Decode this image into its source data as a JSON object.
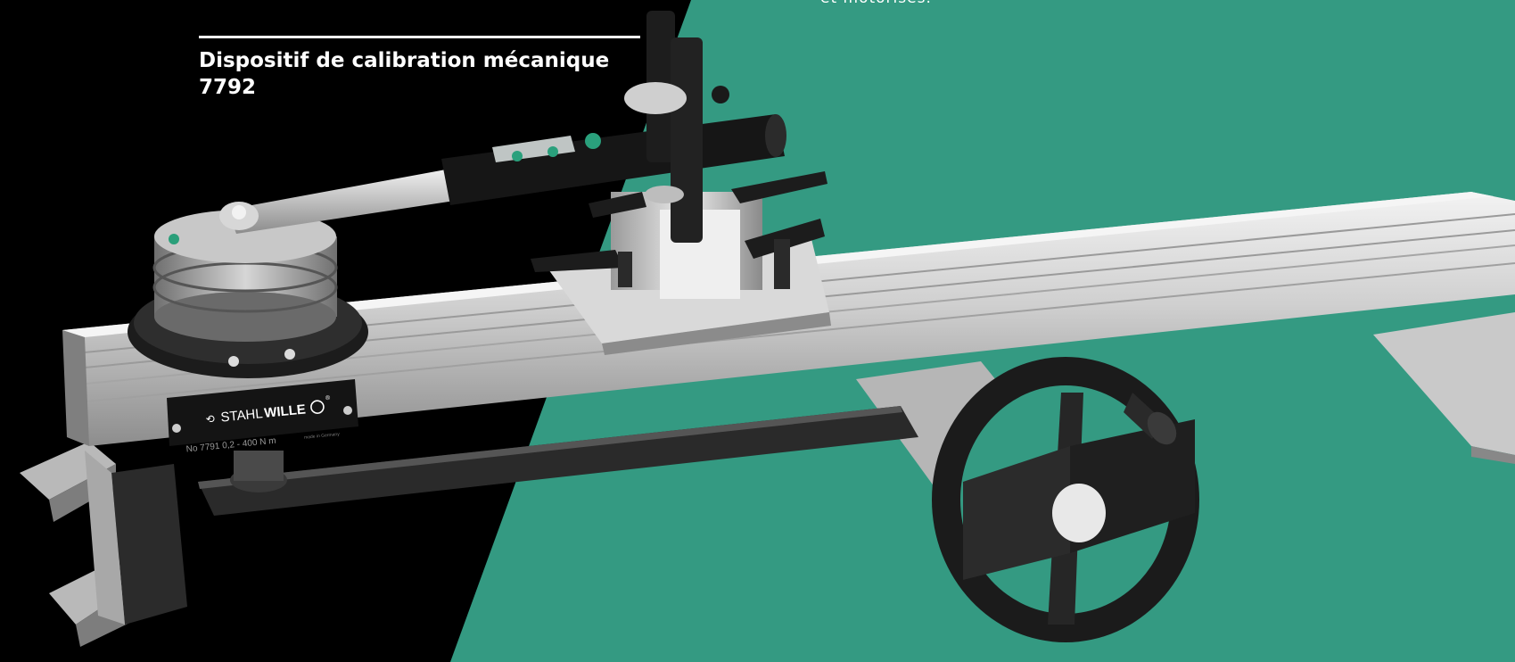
{
  "colors": {
    "background_left": "#000000",
    "background_right": "#349A82",
    "caption_text": "#FFFFFF",
    "caption_rule": "#FFFFFF"
  },
  "intro_text_fragment": "et motorisés.",
  "caption": {
    "title_line1": "Dispositif de calibration mécanique",
    "title_line2": "7792"
  },
  "product_photo": {
    "brand_plate": {
      "brand_prefix": "STAHL",
      "brand_suffix": "WILLE",
      "model_line": "No 7791  0,2 - 400 N m",
      "origin_line": "made in Germany"
    }
  },
  "icons": {
    "brand_logo": "stahlwille-wrench-logo-icon",
    "registered_mark": "registered-trademark-icon"
  }
}
